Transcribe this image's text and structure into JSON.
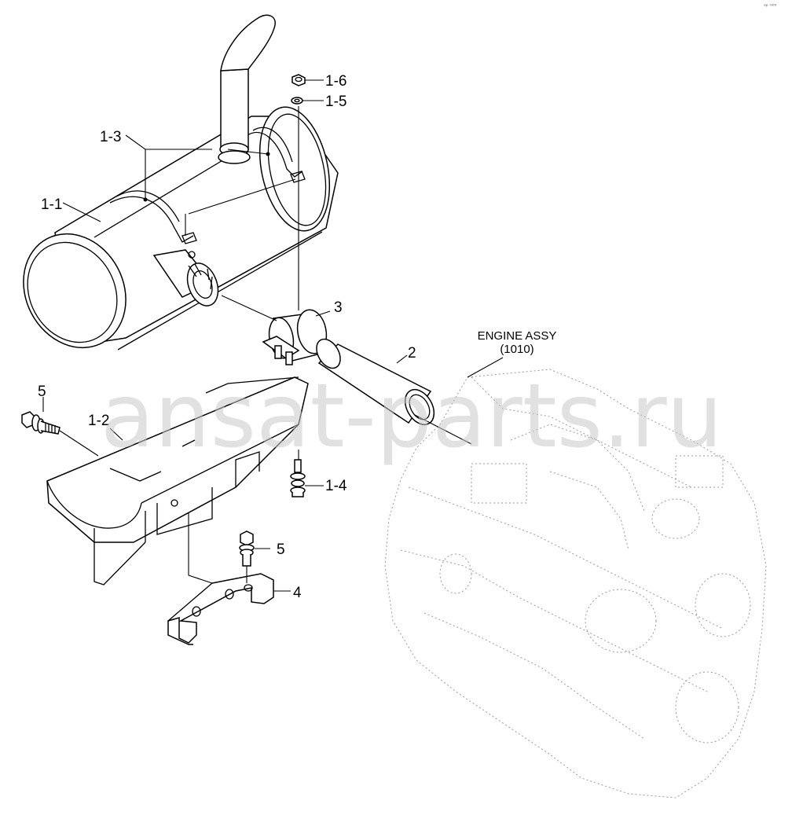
{
  "engine_label": {
    "line1": "ENGINE ASSY",
    "line2": "(1010)"
  },
  "callouts": {
    "c_1_6": "1-6",
    "c_1_5": "1-5",
    "c_1_3": "1-3",
    "c_1_1": "1-1",
    "c_3": "3",
    "c_2": "2",
    "c_5_top": "5",
    "c_1_2": "1-2",
    "c_1_4": "1-4",
    "c_5_bottom": "5",
    "c_4": "4"
  },
  "watermark": "ansat-parts.ru",
  "corner_mark": "ᵃᵖ ⁰⁰⁰"
}
